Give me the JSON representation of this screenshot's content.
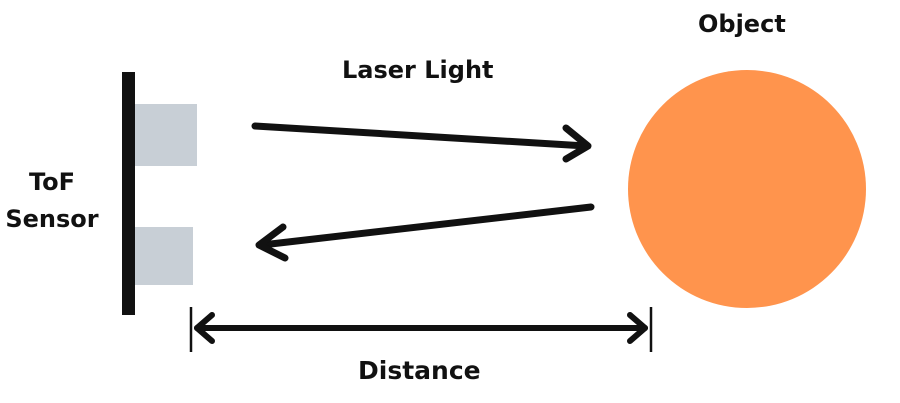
{
  "labels": {
    "sensor_line1": "ToF",
    "sensor_line2": "Sensor",
    "laser": "Laser Light",
    "object": "Object",
    "distance": "Distance"
  },
  "colors": {
    "object_fill": "#FF944D",
    "sensor_window": "#C8CFD6",
    "stroke": "#111111"
  }
}
